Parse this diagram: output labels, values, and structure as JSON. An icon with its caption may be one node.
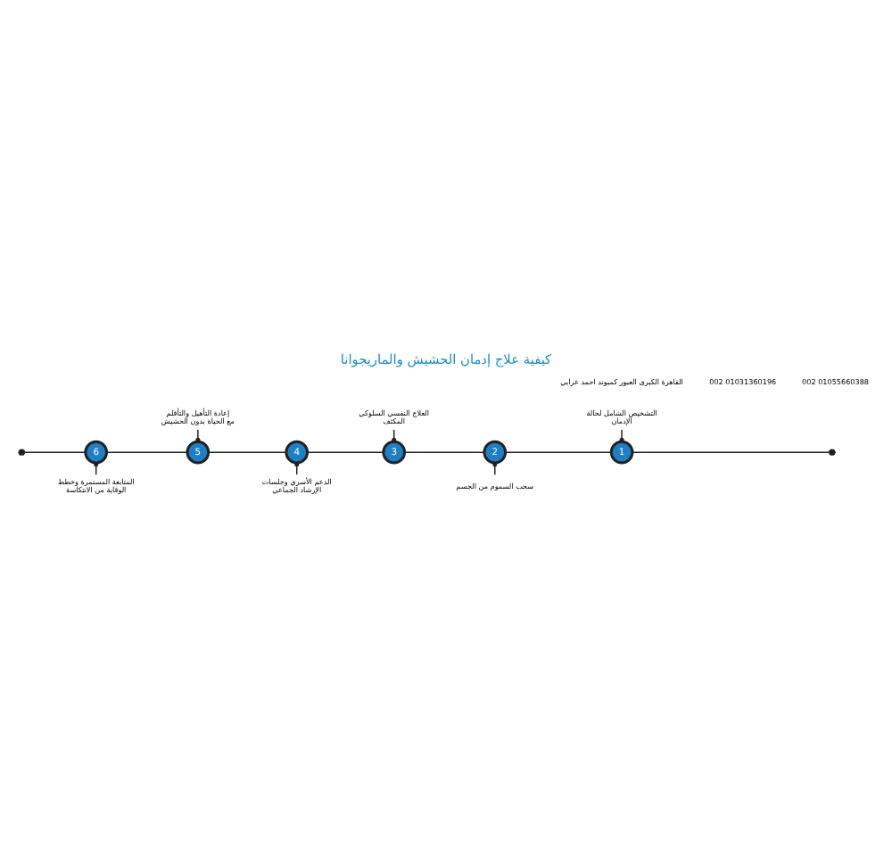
{
  "diagram": {
    "title": "كيفية علاج إدمان الحشيش والماريجوانا",
    "nodes": [
      {
        "text": [
          "1"
        ]
      },
      {
        "text": [
          "2"
        ]
      },
      {
        "text": [
          "3"
        ]
      },
      {
        "text": [
          "4"
        ]
      },
      {
        "text": [
          "5"
        ]
      },
      {
        "text": [
          "6"
        ]
      },
      {
        "text": [
          "التشخيص الشامل لحالة الإدمان"
        ]
      },
      {
        "text": [
          "سحب السموم من الجسم"
        ]
      },
      {
        "text": [
          "العلاج النفسي السلوكي المكثف"
        ]
      },
      {
        "text": [
          "الدعم الأسري وجلسات الإرشاد الجماعي"
        ]
      },
      {
        "text": [
          "إعادة التأهيل والتأقلم مع الحياة بدون الحشيش"
        ]
      },
      {
        "text": [
          "المتابعة المستمرة وخطط الوقاية من الانتكاسة"
        ]
      }
    ],
    "edges": [
      {
        "from": null,
        "to": 0,
        "arrow": "other"
      },
      {
        "from": 0,
        "to": 1,
        "arrow": "none"
      },
      {
        "from": 1,
        "to": 2,
        "arrow": "none"
      },
      {
        "from": 2,
        "to": 3,
        "arrow": "none"
      },
      {
        "from": 3,
        "to": 4,
        "arrow": "none"
      },
      {
        "from": 4,
        "to": 5,
        "arrow": "none"
      },
      {
        "from": 5,
        "to": null,
        "arrow": "other"
      },
      {
        "from": 6,
        "to": 0,
        "arrow": "other"
      },
      {
        "from": 7,
        "to": 1,
        "arrow": "other"
      },
      {
        "from": 8,
        "to": 2,
        "arrow": "other"
      },
      {
        "from": 9,
        "to": 3,
        "arrow": "other"
      },
      {
        "from": 10,
        "to": 4,
        "arrow": "other"
      },
      {
        "from": 11,
        "to": 5,
        "arrow": "other"
      }
    ],
    "labels": [
      "القاهرة الكبرى العبور كمبوند احمد عرابي",
      "002 01031360196",
      "002 01055660388"
    ]
  }
}
